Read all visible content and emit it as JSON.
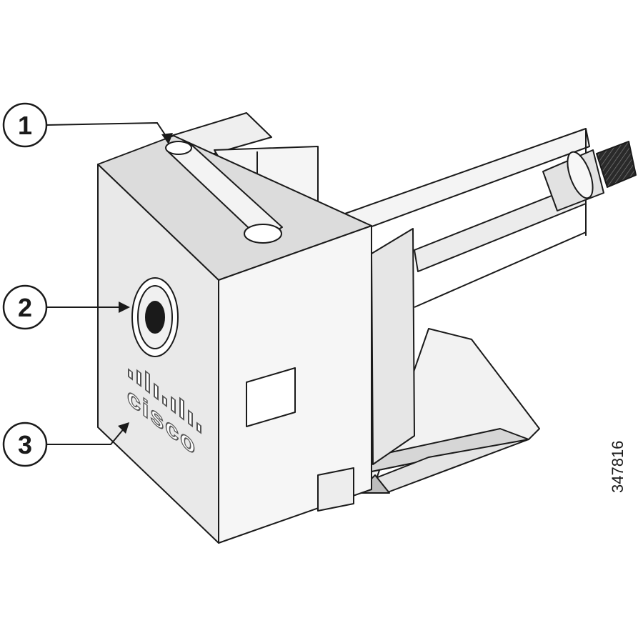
{
  "callouts": [
    {
      "label": "1"
    },
    {
      "label": "2"
    },
    {
      "label": "3"
    }
  ],
  "logo": {
    "text": "cisco"
  },
  "figure_id": "347816",
  "colors": {
    "line": "#1a1a1a",
    "panel_light": "#ececec",
    "panel_mid": "#d9d9d9",
    "panel_dark": "#c6c6c6",
    "knurl": "#1a1a1a"
  }
}
